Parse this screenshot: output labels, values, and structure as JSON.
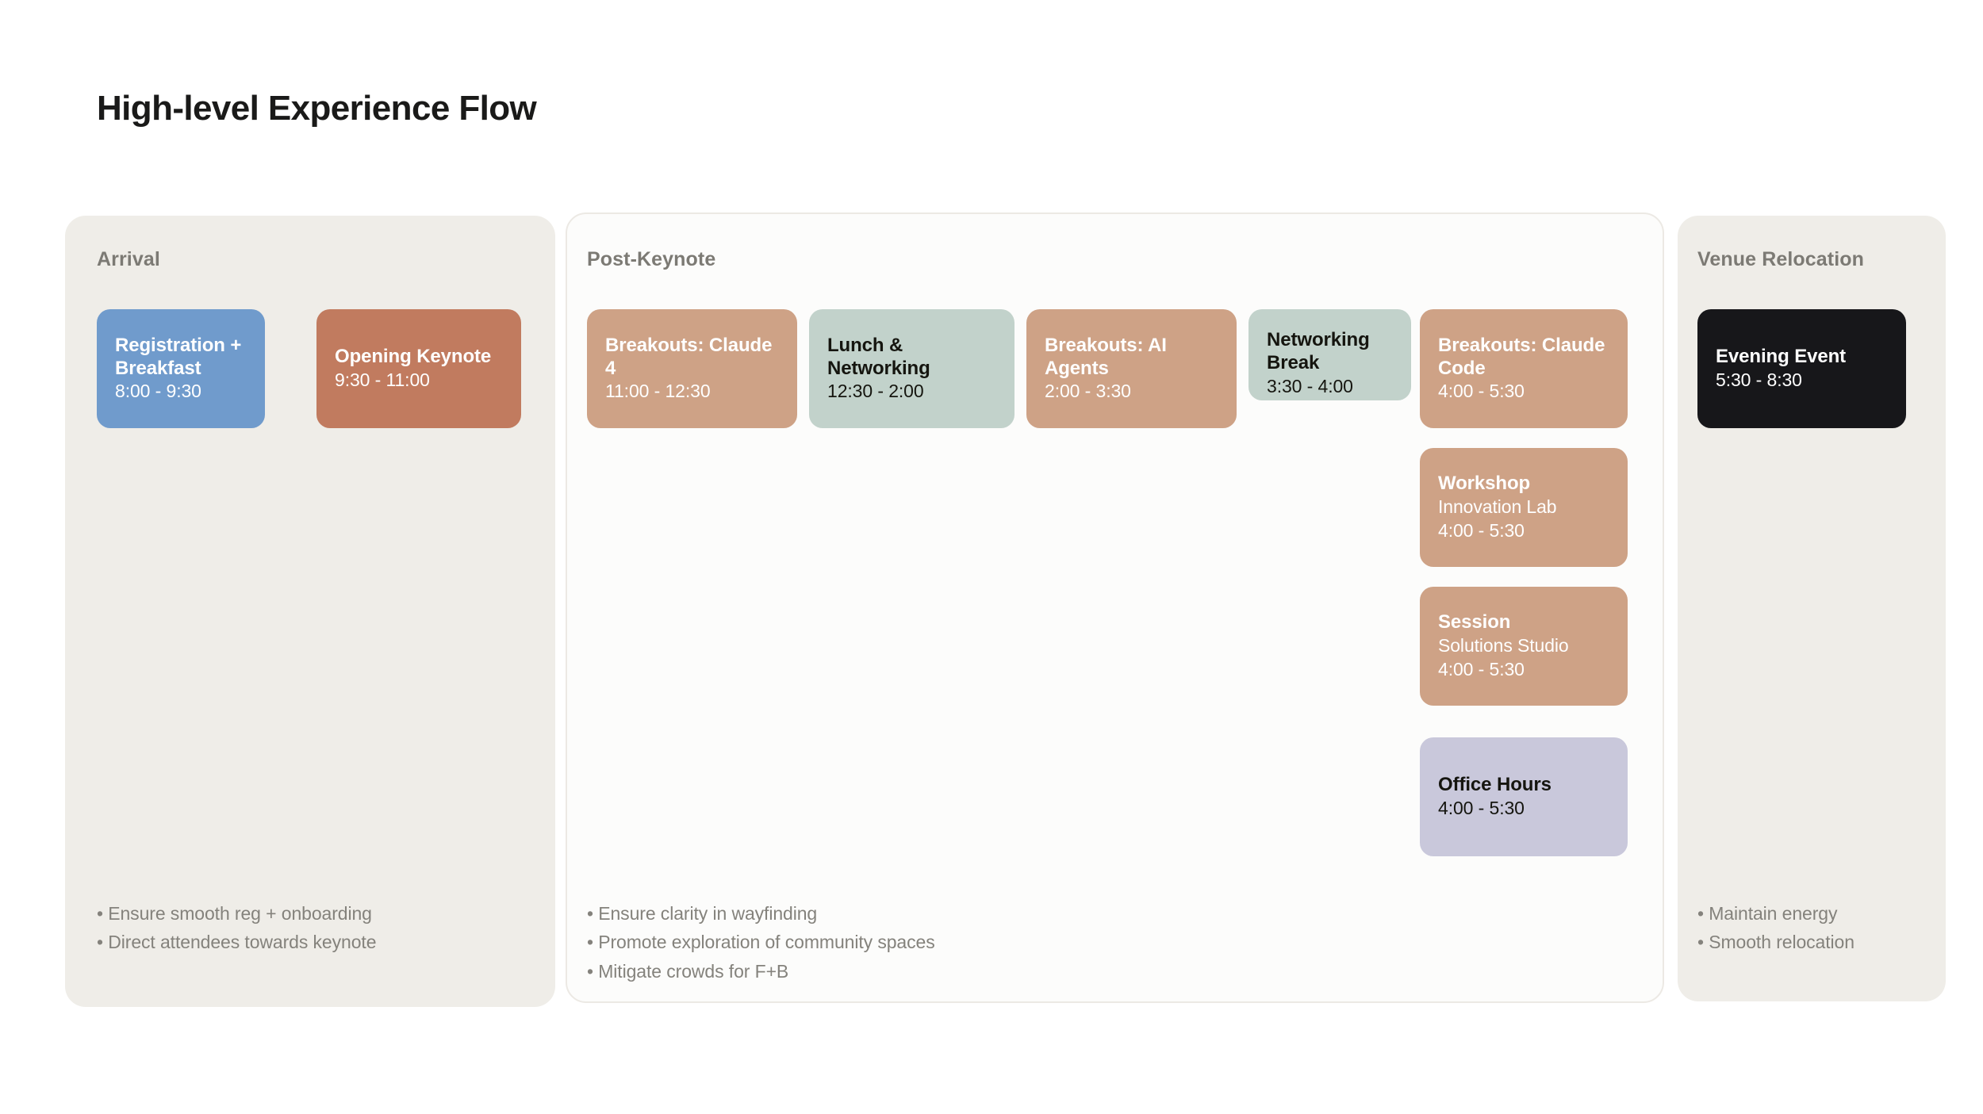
{
  "page": {
    "title": "High-level Experience Flow"
  },
  "colors": {
    "background": "#ffffff",
    "panel_warm": "#efede8",
    "panel_white": "#fcfcfb",
    "panel_border": "#ece9e4",
    "blue": "#709bcc",
    "terracotta": "#c17b5f",
    "tan": "#cea286",
    "sage": "#c2d2cb",
    "lavender": "#c9c8db",
    "black": "#17171a",
    "label_gray": "#7c7a74",
    "note_gray": "#84827c",
    "text_dark": "#15150f",
    "text_light": "#ffffff"
  },
  "columns": [
    {
      "label": "Arrival",
      "cards": [
        {
          "title": "Registration + Breakfast",
          "subtitle": "",
          "time": "8:00 - 9:30",
          "color": "#709bcc",
          "text_color": "light"
        },
        {
          "title": "Opening Keynote",
          "subtitle": "",
          "time": "9:30 - 11:00",
          "color": "#c17b5f",
          "text_color": "light"
        }
      ],
      "notes": "• Ensure smooth reg + onboarding\n• Direct attendees towards keynote"
    },
    {
      "label": "Post-Keynote",
      "cards": [
        {
          "title": "Breakouts: Claude 4",
          "subtitle": "",
          "time": "11:00 - 12:30",
          "color": "#cea286",
          "text_color": "light"
        },
        {
          "title": "Lunch & Networking",
          "subtitle": "",
          "time": "12:30 - 2:00",
          "color": "#c2d2cb",
          "text_color": "dark"
        },
        {
          "title": "Breakouts: AI Agents",
          "subtitle": "",
          "time": "2:00 - 3:30",
          "color": "#cea286",
          "text_color": "light"
        },
        {
          "title": "Networking Break",
          "subtitle": "",
          "time": "3:30 - 4:00",
          "color": "#c2d2cb",
          "text_color": "dark"
        },
        {
          "title": "Breakouts: Claude Code",
          "subtitle": "",
          "time": "4:00 - 5:30",
          "color": "#cea286",
          "text_color": "light"
        },
        {
          "title": "Workshop",
          "subtitle": "Innovation Lab",
          "time": "4:00 - 5:30",
          "color": "#cea286",
          "text_color": "light"
        },
        {
          "title": "Session",
          "subtitle": "Solutions Studio",
          "time": "4:00 - 5:30",
          "color": "#cea286",
          "text_color": "light"
        },
        {
          "title": "Office Hours",
          "subtitle": "",
          "time": "4:00 - 5:30",
          "color": "#c9c8db",
          "text_color": "dark"
        }
      ],
      "notes": "• Ensure clarity in wayfinding\n• Promote exploration of community spaces\n• Mitigate crowds for F+B"
    },
    {
      "label": "Venue Relocation",
      "cards": [
        {
          "title": "Evening Event",
          "subtitle": "",
          "time": "5:30 - 8:30",
          "color": "#17171a",
          "text_color": "light"
        }
      ],
      "notes": "• Maintain energy\n• Smooth relocation"
    }
  ]
}
